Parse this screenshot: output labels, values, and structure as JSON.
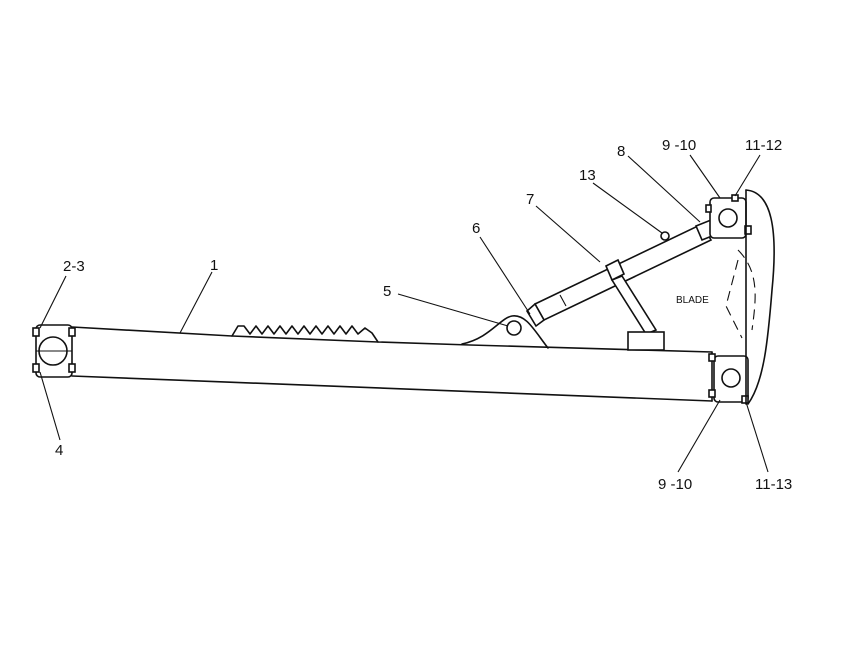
{
  "diagram": {
    "blade_label": "BLADE",
    "callouts": {
      "c1": "1",
      "c2_3": "2-3",
      "c4": "4",
      "c5": "5",
      "c6": "6",
      "c7": "7",
      "c8": "8",
      "c13": "13",
      "c9_10_top": "9 -10",
      "c11_12": "11-12",
      "c9_10_bottom": "9 -10",
      "c11_13": "11-13"
    }
  }
}
